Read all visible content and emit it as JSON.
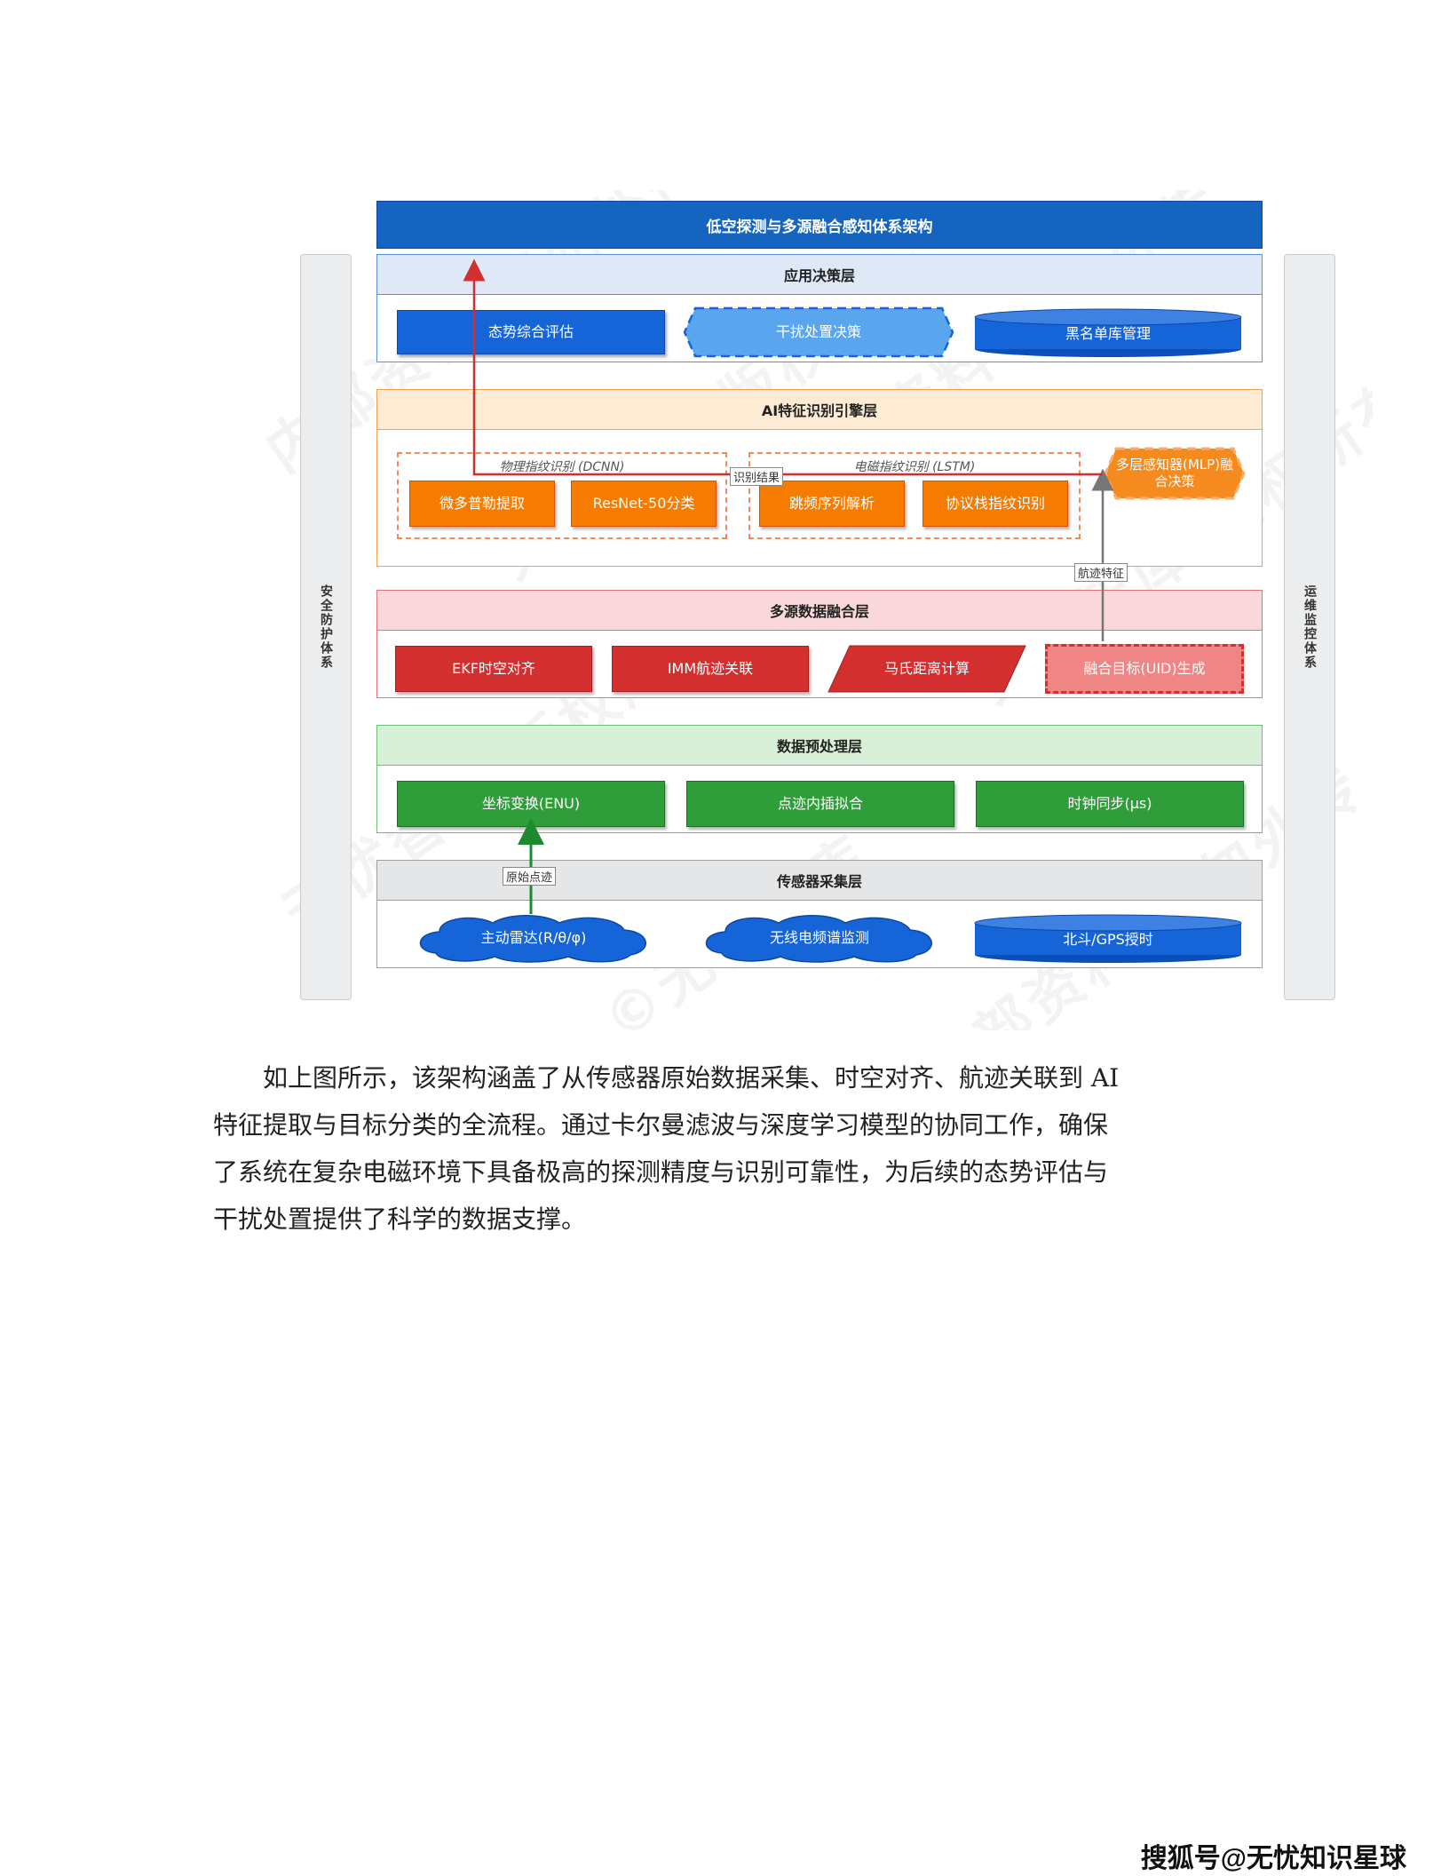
{
  "diagram": {
    "title": "低空探测与多源融合感知体系架构",
    "side_left": "安全防护体系",
    "side_right": "运维监控体系",
    "layers": {
      "app": {
        "title": "应用决策层",
        "items": [
          "态势综合评估",
          "干扰处置决策",
          "黑名单库管理"
        ]
      },
      "ai": {
        "title": "AI特征识别引擎层",
        "group1": "物理指纹识别 (DCNN)",
        "group2": "电磁指纹识别 (LSTM)",
        "items": [
          "微多普勒提取",
          "ResNet-50分类",
          "跳频序列解析",
          "协议栈指纹识别"
        ],
        "mlp": "多层感知器(MLP)融合决策"
      },
      "fusion": {
        "title": "多源数据融合层",
        "items": [
          "EKF时空对齐",
          "IMM航迹关联",
          "马氏距离计算",
          "融合目标(UID)生成"
        ]
      },
      "pre": {
        "title": "数据预处理层",
        "items": [
          "坐标变换(ENU)",
          "点迹内插拟合",
          "时钟同步(μs)"
        ]
      },
      "sensor": {
        "title": "传感器采集层",
        "items": [
          "主动雷达(R/θ/φ)",
          "无线电频谱监测",
          "北斗/GPS授时"
        ]
      }
    },
    "edge_labels": {
      "raw": "原始点迹",
      "result": "识别结果",
      "track": "航迹特征"
    },
    "watermark": [
      "内部资料 请勿外传",
      "无忧智库 版权所有",
      "©无忧智库"
    ]
  },
  "paragraph": {
    "line1": "如上图所示，该架构涵盖了从传感器原始数据采集、时空对齐、航迹关联到 AI",
    "line2": "特征提取与目标分类的全流程。通过卡尔曼滤波与深度学习模型的协同工作，确保",
    "line3": "了系统在复杂电磁环境下具备极高的探测精度与识别可靠性，为后续的态势评估与",
    "line4": "干扰处置提供了科学的数据支撑。"
  },
  "footer": "搜狐号@无忧知识星球",
  "colors": {
    "title": "#1565c0",
    "app": "#1565d8",
    "ai": "#f57c00",
    "fusion": "#d32f2f",
    "pre": "#2e9d3a",
    "sensor": "#1565d8"
  }
}
